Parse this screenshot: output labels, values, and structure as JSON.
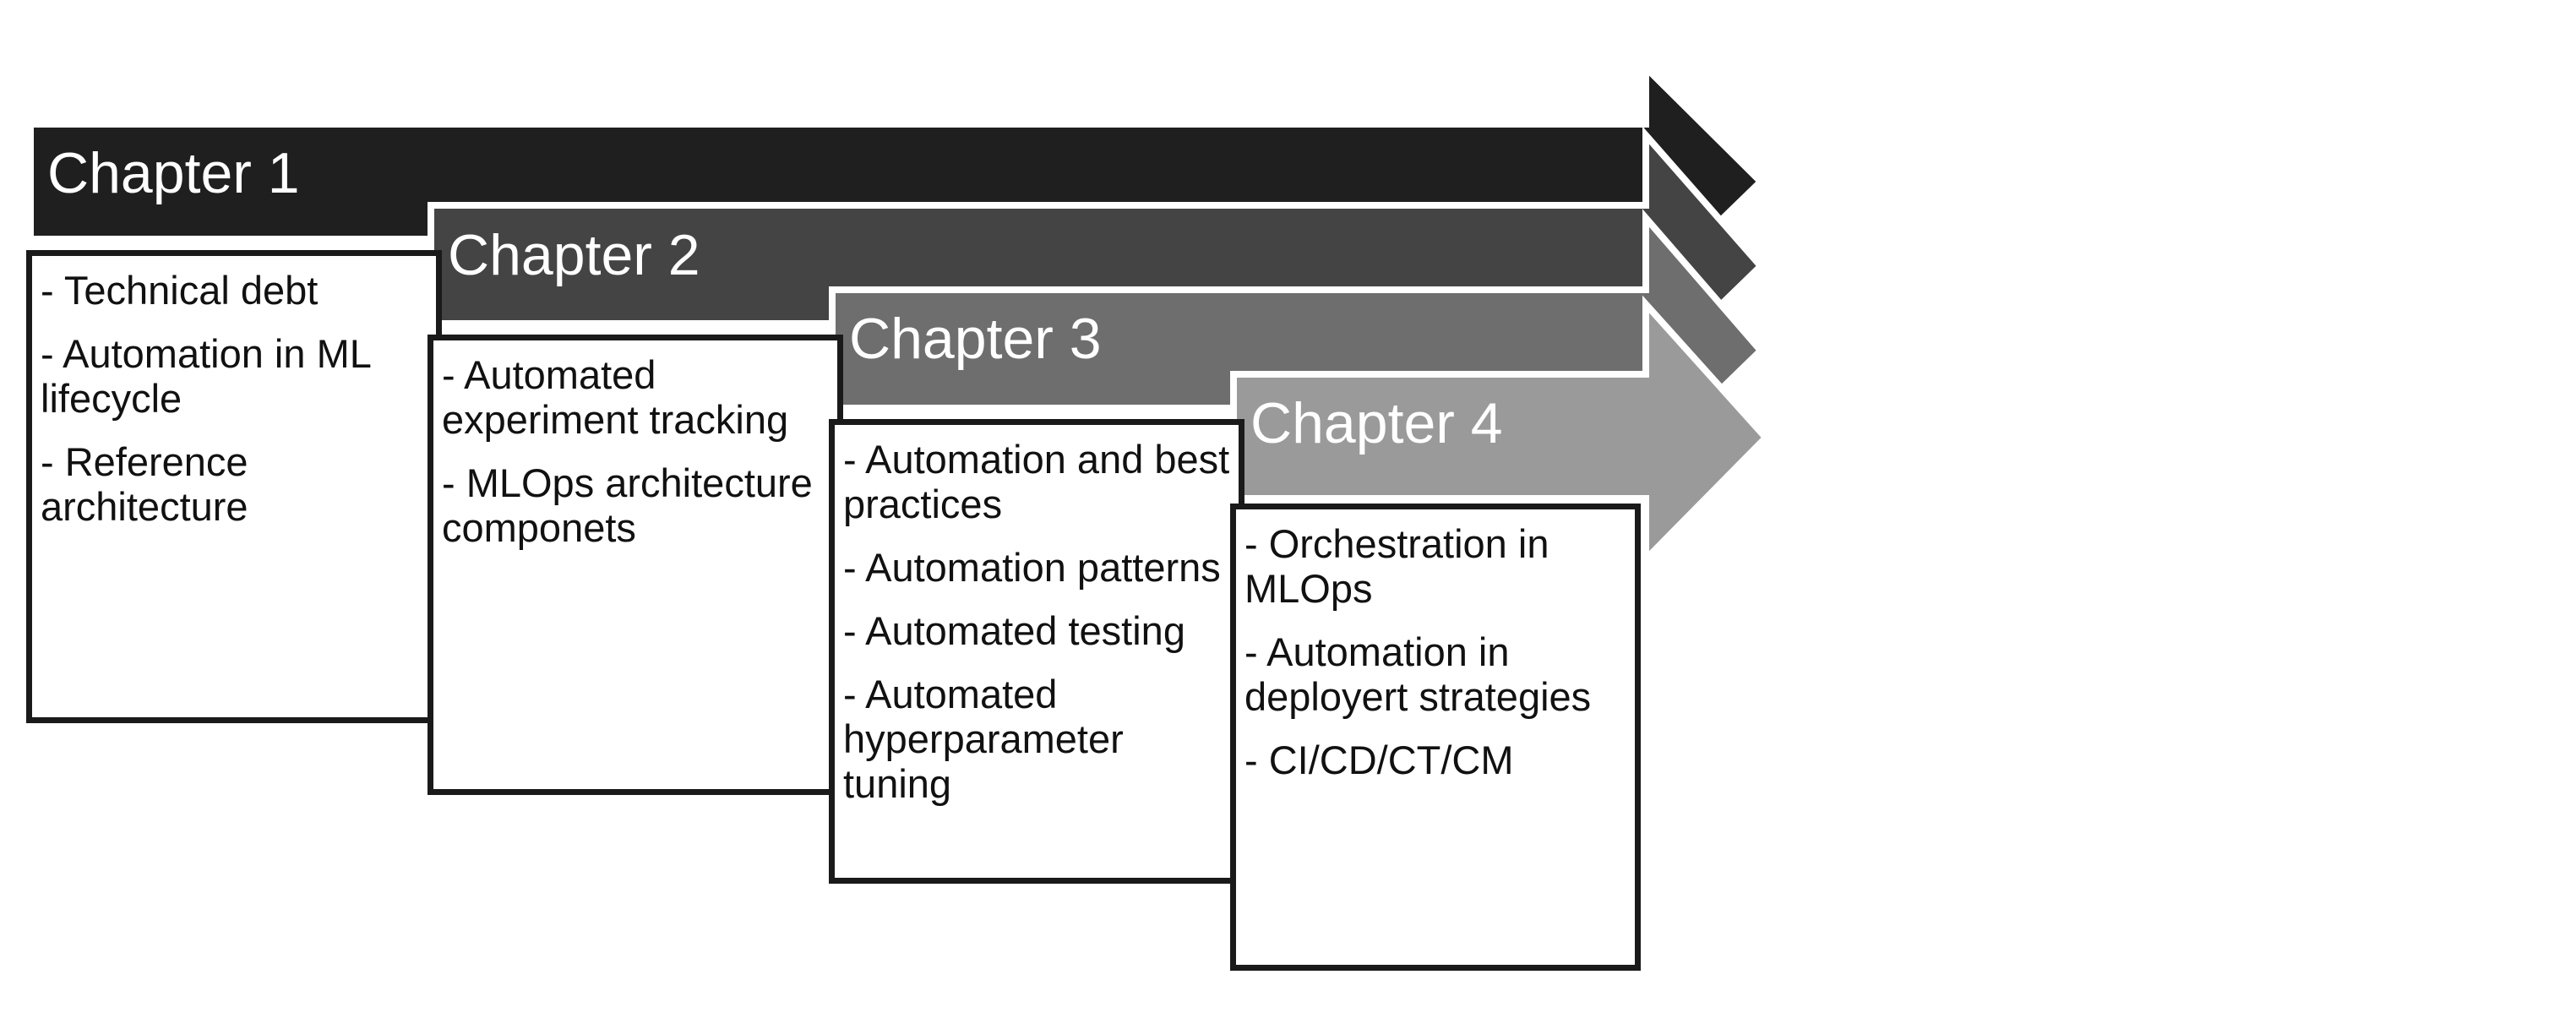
{
  "chapters": [
    {
      "title": "Chapter 1",
      "color": "#1f1f1f",
      "items": [
        "- Technical debt",
        "- Automation in ML lifecycle",
        "- Reference architecture"
      ]
    },
    {
      "title": "Chapter 2",
      "color": "#444444",
      "items": [
        "- Automated experiment tracking",
        "- MLOps architecture componets"
      ]
    },
    {
      "title": "Chapter 3",
      "color": "#6e6e6e",
      "items": [
        "- Automation and best practices",
        "- Automation patterns",
        "- Automated testing",
        "- Automated hyperparameter tuning"
      ]
    },
    {
      "title": "Chapter 4",
      "color": "#9a9a9a",
      "items": [
        "- Orchestration in MLOps",
        "- Automation in deployert strategies",
        "- CI/CD/CT/CM"
      ]
    }
  ]
}
